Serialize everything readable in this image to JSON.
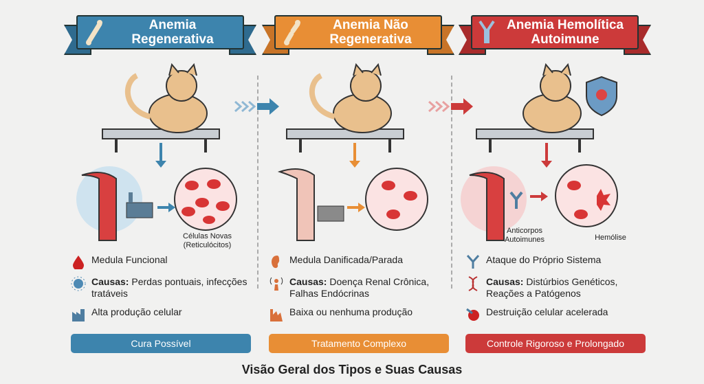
{
  "columns": [
    {
      "title": "Anemia Regenerativa",
      "color": "#3d84ad",
      "title_icon": "bone-icon",
      "cell_label": "Células Novas (Reticulócitos)",
      "items": [
        {
          "icon": "blood-drop-icon",
          "bold": "",
          "text": "Medula Funcional"
        },
        {
          "icon": "virus-icon",
          "bold": "Causas:",
          "text": " Perdas pontuais, infecções tratáveis"
        },
        {
          "icon": "factory-icon",
          "bold": "",
          "text": "Alta produção celular"
        }
      ],
      "outcome": "Cura Possível"
    },
    {
      "title": "Anemia Não Regenerativa",
      "color": "#e88e35",
      "title_icon": "broken-bone-icon",
      "items": [
        {
          "icon": "kidney-icon",
          "bold": "",
          "text": "Medula Danificada/Parada"
        },
        {
          "icon": "signal-icon",
          "bold": "Causas:",
          "text": " Doença Renal Crônica, Falhas Endócrinas"
        },
        {
          "icon": "broken-factory-icon",
          "bold": "",
          "text": "Baixa ou nenhuma produção"
        }
      ],
      "outcome": "Tratamento Complexo"
    },
    {
      "title": "Anemia Hemolítica Autoimune",
      "color": "#cc3a3a",
      "title_icon": "antibody-icon",
      "antibody_label": "Anticorpos Autoimunes",
      "hemolysis_label": "Hemólise",
      "items": [
        {
          "icon": "antibody-icon",
          "bold": "",
          "text": "Ataque do Próprio Sistema"
        },
        {
          "icon": "dna-icon",
          "bold": "Causas:",
          "text": " Distúrbios Genéticos, Reações a Patógenos"
        },
        {
          "icon": "damaged-cell-icon",
          "bold": "",
          "text": "Destruição celular acelerada"
        }
      ],
      "outcome": "Controle Rigoroso e Prolongado"
    }
  ],
  "footer": "Visão Geral dos Tipos e Suas Causas"
}
